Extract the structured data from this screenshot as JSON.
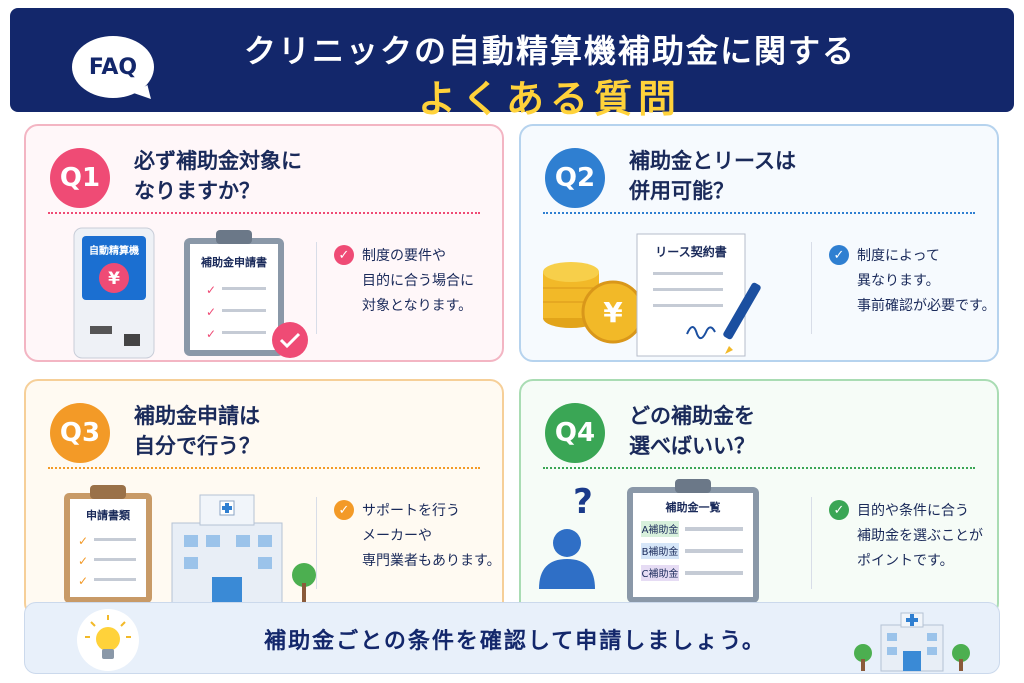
{
  "header": {
    "faq_label": "FAQ",
    "title_line1": "クリニックの自動精算機補助金に関する",
    "title_line2": "よくある質問"
  },
  "colors": {
    "navy": "#13276b",
    "yellow": "#ffd23a",
    "q1": "#ef4b75",
    "q2": "#2f7fd1",
    "q3": "#f39a27",
    "q4": "#3aa655"
  },
  "faqs": [
    {
      "badge": "Q1",
      "question_line1": "必ず補助金対象に",
      "question_line2": "なりますか？",
      "answer_lines": [
        "制度の要件や",
        "目的に合う場合に",
        "対象となります。"
      ],
      "illustration": {
        "kiosk_label": "自動精算機",
        "kiosk_symbol": "¥",
        "clipboard_title": "補助金申請書"
      }
    },
    {
      "badge": "Q2",
      "question_line1": "補助金とリースは",
      "question_line2": "併用可能？",
      "answer_lines": [
        "制度によって",
        "異なります。",
        "事前確認が必要です。"
      ],
      "illustration": {
        "document_title": "リース契約書",
        "coin_symbol": "¥"
      }
    },
    {
      "badge": "Q3",
      "question_line1": "補助金申請は",
      "question_line2": "自分で行う？",
      "answer_lines": [
        "サポートを行う",
        "メーカーや",
        "専門業者もあります。"
      ],
      "illustration": {
        "clipboard_title": "申請書類"
      }
    },
    {
      "badge": "Q4",
      "question_line1": "どの補助金を",
      "question_line2": "選べばいい？",
      "answer_lines": [
        "目的や条件に合う",
        "補助金を選ぶことが",
        "ポイントです。"
      ],
      "illustration": {
        "clipboard_title": "補助金一覧",
        "rows": [
          "A補助金",
          "B補助金",
          "C補助金"
        ],
        "question_mark": "?"
      }
    }
  ],
  "footer": {
    "message": "補助金ごとの条件を確認して申請しましょう。"
  }
}
